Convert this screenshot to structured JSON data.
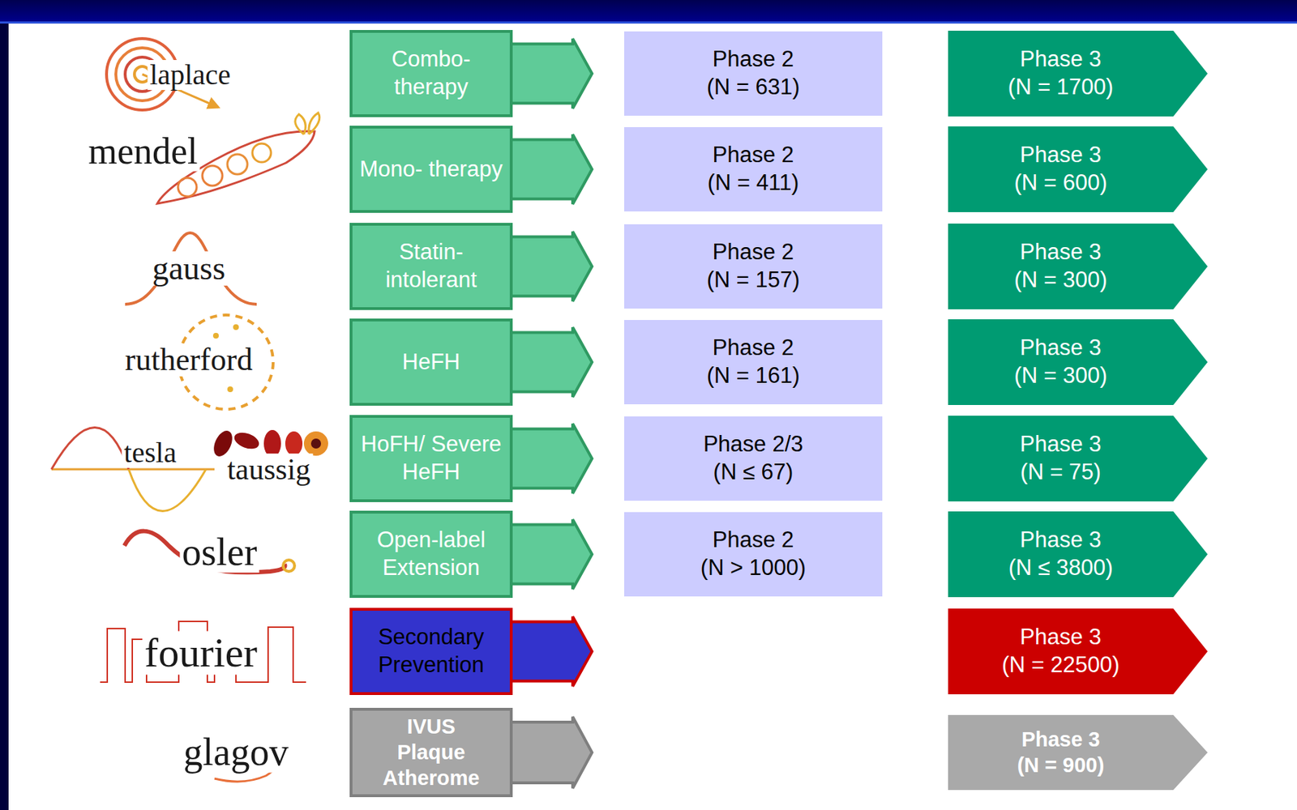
{
  "diagram": {
    "nodes": [
      {
        "text": [
          "Combo- therapy"
        ]
      },
      {
        "text": [
          "Phase 2",
          "(N = 631)"
        ]
      },
      {
        "text": [
          "Phase 3",
          "(N = 1700)"
        ]
      },
      {
        "text": [
          "Mono- therapy"
        ]
      },
      {
        "text": [
          "Phase 2",
          "(N = 411)"
        ]
      },
      {
        "text": [
          "Phase 3",
          "(N = 600)"
        ]
      },
      {
        "text": [
          "Statin- intolerant"
        ]
      },
      {
        "text": [
          "Phase 2",
          "(N = 157)"
        ]
      },
      {
        "text": [
          "Phase 3",
          "(N = 300)"
        ]
      },
      {
        "text": [
          "HeFH"
        ]
      },
      {
        "text": [
          "Phase 2",
          "(N = 161)"
        ]
      },
      {
        "text": [
          "Phase 3",
          "(N = 300)"
        ]
      },
      {
        "text": [
          "HoFH/ Severe HeFH"
        ]
      },
      {
        "text": [
          "Phase 2/3",
          "(N ≤ 67)"
        ]
      },
      {
        "text": [
          "Phase 3",
          "(N = 75)"
        ]
      },
      {
        "text": [
          "Open-label Extension"
        ]
      },
      {
        "text": [
          "Phase 2",
          "(N > 1000)"
        ]
      },
      {
        "text": [
          "Phase 3",
          "(N ≤ 3800)"
        ]
      },
      {
        "text": [
          "Secondary Prevention"
        ]
      },
      {
        "text": [
          "Phase 3",
          "(N = 22500)"
        ]
      },
      {
        "text": [
          "IVUS Plaque Atherome"
        ]
      },
      {
        "text": [
          "Phase 3",
          "(N = 900)"
        ]
      }
    ],
    "labels": [
      "laplace",
      "mendel",
      "gauss",
      "rutherford",
      "tesla",
      "taussig",
      "osler",
      "fourier",
      "glagov"
    ]
  }
}
